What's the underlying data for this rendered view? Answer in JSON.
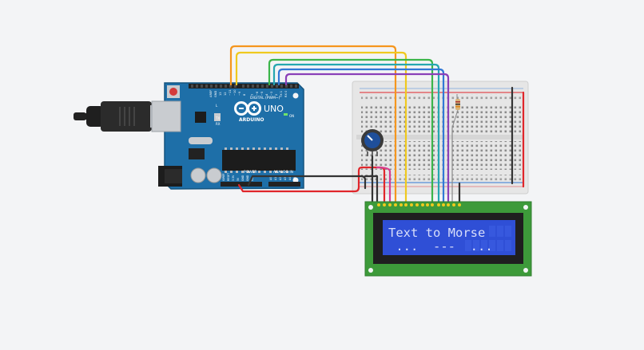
{
  "arduino": {
    "brand": "ARDUINO",
    "model": "UNO",
    "on_label": "ON",
    "digital_header": "DIGITAL (PWM~)",
    "power_label": "POWER",
    "analog_label": "ANALOG IN",
    "l_label": "L",
    "tx_label": "TX",
    "rx_label": "RX",
    "aref_label": "AREF",
    "gnd_label": "GND",
    "pin13": "13",
    "pin12": "12",
    "pin11": "~11",
    "pin10": "~10",
    "pin9": "~9",
    "pin8": "8",
    "pin7": "7",
    "pin6": "~6",
    "pin5": "~5",
    "pin4": "4",
    "pin3": "~3",
    "pin2": "2",
    "pin1": "TX 1",
    "pin0": "RX 0",
    "ioref": "IOREF",
    "reset": "RESET",
    "v33": "3.3V",
    "v5": "5V",
    "gnd1": "GND",
    "gnd2": "GND",
    "vin": "VIN",
    "a0": "A0",
    "a1": "A1",
    "a2": "A2",
    "a3": "A3",
    "a4": "A4",
    "a5": "A5"
  },
  "lcd": {
    "line1": "Text to Morse",
    "line2": " ...  ---  ...",
    "backlight_color": "#2f4fd6",
    "text_color": "#d8defa"
  },
  "colors": {
    "board": "#1e6fa8",
    "pcb_green": "#3d9a3a",
    "wire_red": "#e0262b",
    "wire_black": "#333333",
    "wire_orange": "#f5961e",
    "wire_yellow": "#efc91f",
    "wire_green": "#3bb54a",
    "wire_teal": "#25a7b0",
    "wire_blue": "#3178d6",
    "wire_purple": "#8a3fb8",
    "wire_pink": "#d83c8e"
  }
}
